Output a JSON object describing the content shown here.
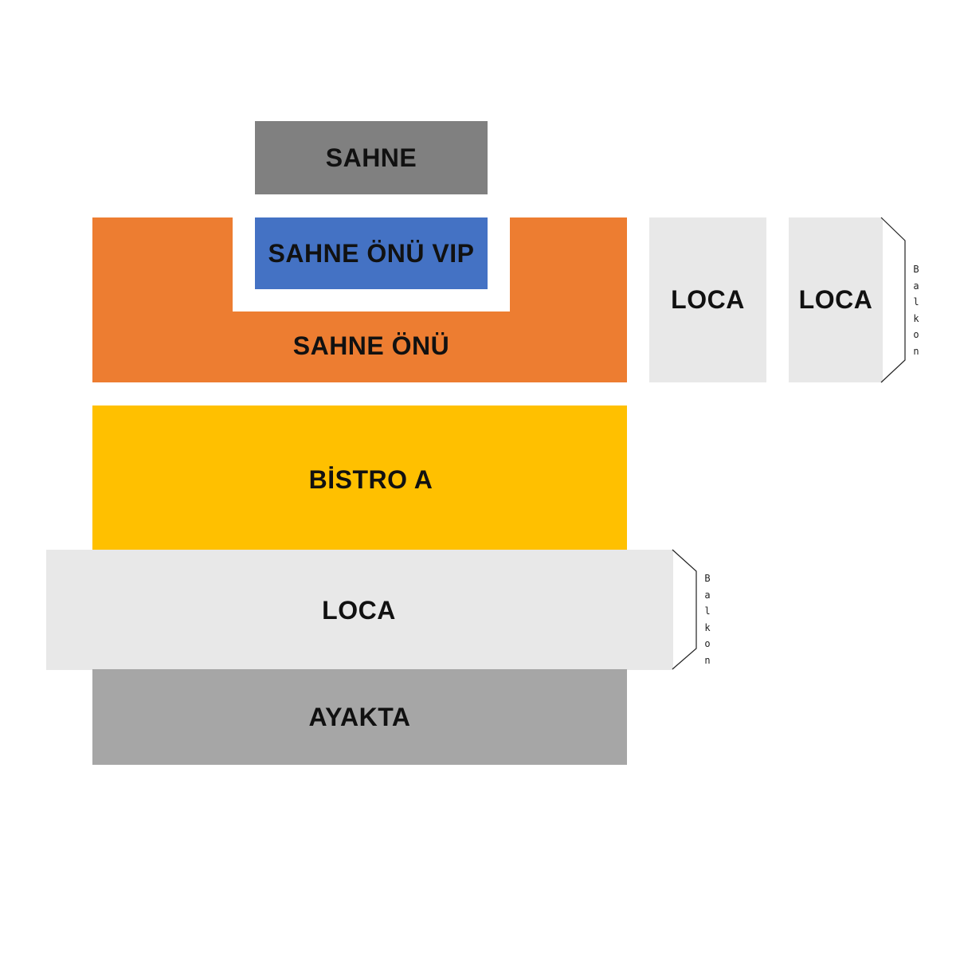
{
  "colors": {
    "stage": "#808080",
    "vip": "#4472C4",
    "front": "#ED7D31",
    "bistro": "#FFC000",
    "loca": "#E8E8E8",
    "standing": "#A6A6A6",
    "text": "#111111"
  },
  "sections": {
    "stage": "SAHNE",
    "vip": "SAHNE ÖNÜ VIP",
    "front": "SAHNE ÖNÜ",
    "loca_right_1": "LOCA",
    "loca_right_2": "LOCA",
    "bistro": "BİSTRO A",
    "loca_wide": "LOCA",
    "standing": "AYAKTA"
  },
  "balkon": {
    "right": "Balkon",
    "bottom": "Balkon"
  }
}
